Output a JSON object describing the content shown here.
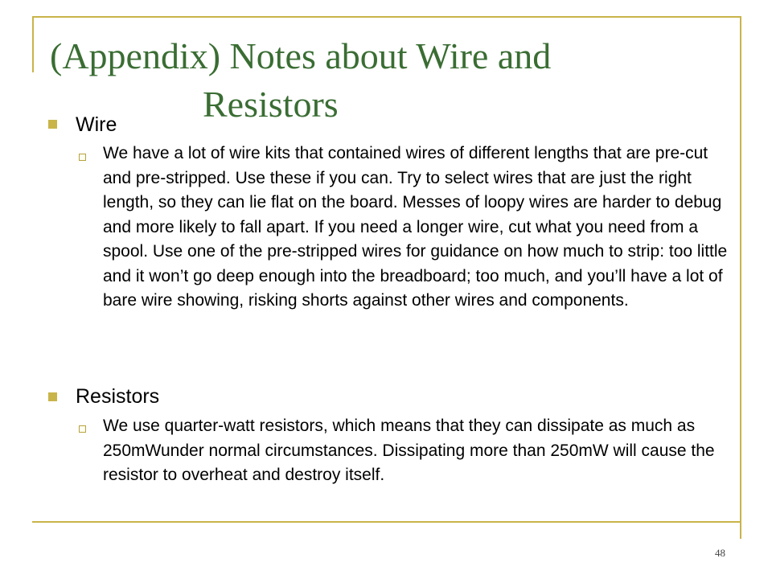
{
  "slide": {
    "title_line1": "(Appendix) Notes about Wire and",
    "title_line2": "Resistors",
    "slide_number": "48"
  },
  "sections": [
    {
      "heading": "Wire",
      "items": [
        "We have a lot of wire kits that contained wires of different lengths that are pre-cut and pre-stripped. Use these if you can. Try to select wires that are just the right length, so they can lie flat on the board. Messes of loopy wires are harder to debug and more likely to fall apart. If you need a longer wire, cut what you need from a spool. Use one of the pre-stripped wires for guidance on how much to strip: too little and it won’t go deep enough into the breadboard; too much, and you’ll have a lot of bare wire showing, risking shorts against other wires and components."
      ]
    },
    {
      "heading": "Resistors",
      "items": [
        "We use quarter-watt resistors, which means that they can dissipate as much as 250mWunder normal circumstances. Dissipating more than 250mW will cause the resistor to overheat and destroy itself."
      ]
    }
  ],
  "colors": {
    "accent": "#c9b44a",
    "title": "#3a6d33"
  }
}
